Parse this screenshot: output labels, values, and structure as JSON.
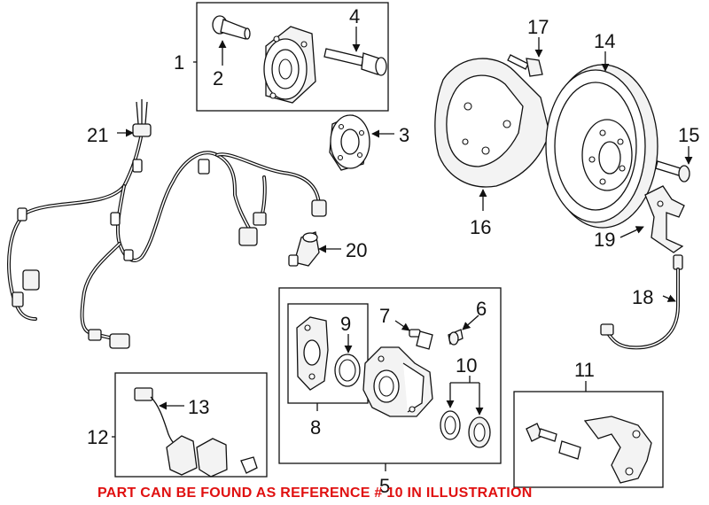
{
  "callouts": {
    "c1": "1",
    "c2": "2",
    "c3": "3",
    "c4": "4",
    "c5": "5",
    "c6": "6",
    "c7": "7",
    "c8": "8",
    "c9": "9",
    "c10": "10",
    "c11": "11",
    "c12": "12",
    "c13": "13",
    "c14": "14",
    "c15": "15",
    "c16": "16",
    "c17": "17",
    "c18": "18",
    "c19": "19",
    "c20": "20",
    "c21": "21"
  },
  "note": "PART CAN BE FOUND AS REFERENCE # 10 IN ILLUSTRATION",
  "colors": {
    "line": "#111111",
    "note": "#e01010",
    "background": "#ffffff"
  }
}
